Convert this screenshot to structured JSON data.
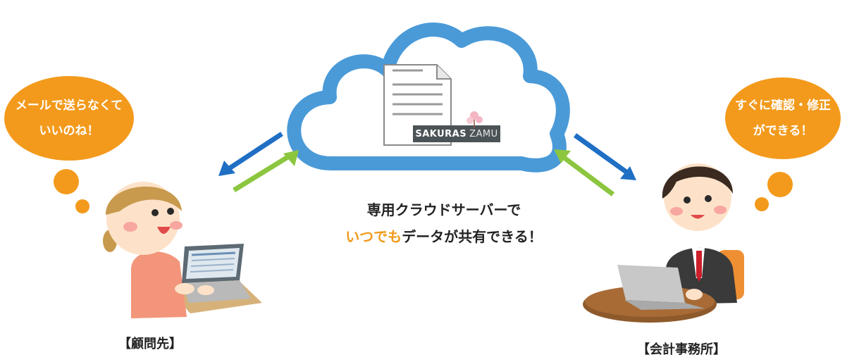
{
  "diagram": {
    "left_bubble": {
      "line1": "メールで送らなくて",
      "line2": "いいのね！"
    },
    "right_bubble": {
      "line1": "すぐに確認・修正",
      "line2": "ができる！"
    },
    "center": {
      "line1": "専用クラウドサーバーで",
      "line2_highlight": "いつでも",
      "line2_rest": "データが共有できる！"
    },
    "left_label": "【顧問先】",
    "right_label": "【会計事務所】",
    "logo": {
      "left": "SAKURAS",
      "right": "ZAMU"
    },
    "colors": {
      "cloud": "#4a9ad8",
      "bubble": "#f39a1c",
      "arrow_blue": "#1f6fc4",
      "arrow_green": "#8cc63f",
      "accent_text": "#f09a1b"
    }
  }
}
